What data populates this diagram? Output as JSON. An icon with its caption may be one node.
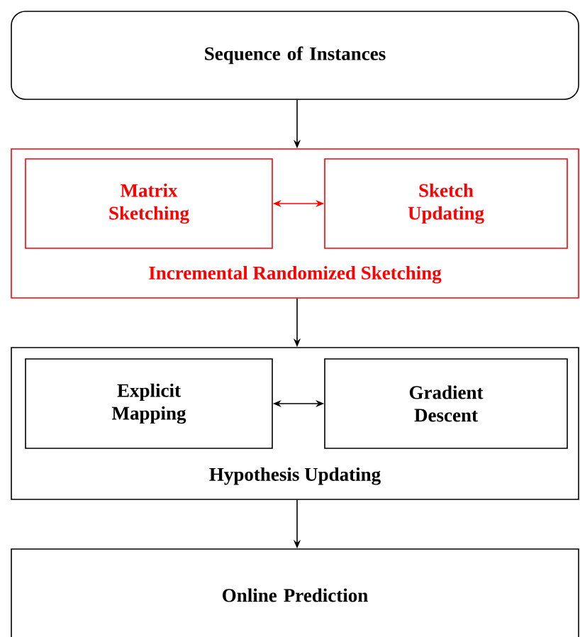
{
  "diagram": {
    "nodes": [
      {
        "text": [
          "Sequence of Instances"
        ]
      },
      {
        "text": [
          "Incremental Randomized Sketching"
        ]
      },
      {
        "text": [
          "Matrix Sketching"
        ],
        "in": 1
      },
      {
        "text": [
          "Sketch Updating"
        ],
        "in": 1
      },
      {
        "text": [
          "Hypothesis Updating"
        ]
      },
      {
        "text": [
          "Explicit Mapping"
        ],
        "in": 4
      },
      {
        "text": [
          "Gradient Descent"
        ],
        "in": 4
      },
      {
        "text": [
          "Online Prediction"
        ]
      }
    ],
    "edges": [
      {
        "from": 0,
        "to": 1,
        "arrow": "to"
      },
      {
        "from": 2,
        "to": 3,
        "arrow": "both",
        "color": "#ff0000"
      },
      {
        "from": 1,
        "to": 4,
        "arrow": "to"
      },
      {
        "from": 5,
        "to": 6,
        "arrow": "both"
      },
      {
        "from": 4,
        "to": 7,
        "arrow": "to"
      }
    ]
  }
}
